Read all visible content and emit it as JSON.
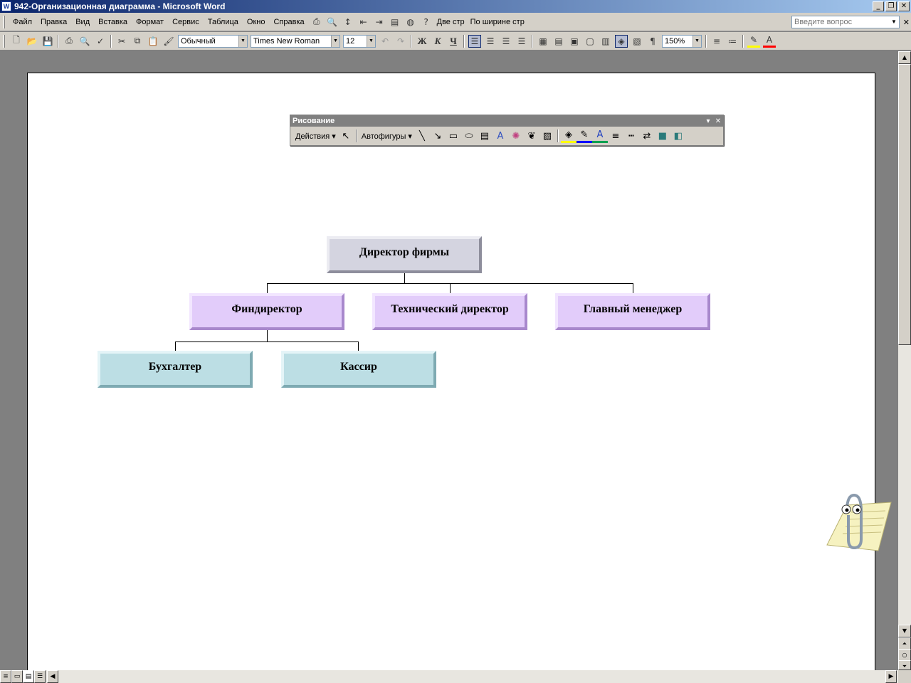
{
  "window": {
    "title": "942-Организационная диаграмма - Microsoft Word",
    "app_icon": "W"
  },
  "menu": {
    "items": [
      "Файл",
      "Правка",
      "Вид",
      "Вставка",
      "Формат",
      "Сервис",
      "Таблица",
      "Окно",
      "Справка"
    ],
    "two_pages": "Две стр",
    "page_width": "По ширине стр",
    "ask_placeholder": "Введите вопрос"
  },
  "toolbar": {
    "style": "Обычный",
    "font": "Times New Roman",
    "size": "12",
    "zoom": "150%",
    "bold": "Ж",
    "italic": "К",
    "underline": "Ч"
  },
  "drawing_toolbar": {
    "title": "Рисование",
    "actions": "Действия",
    "autoshapes": "Автофигуры"
  },
  "org_chart": {
    "director": "Директор фирмы",
    "finance": "Финдиректор",
    "technical": "Технический директор",
    "manager": "Главный менеджер",
    "accountant": "Бухгалтер",
    "cashier": "Кассир"
  },
  "colors": {
    "titlebar_start": "#0a246a",
    "level1": "#d4d4e0",
    "level2": "#e2ccfa",
    "level3": "#bcdee4"
  }
}
